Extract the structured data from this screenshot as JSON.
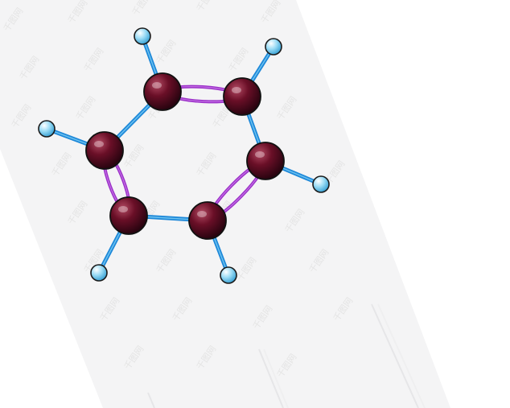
{
  "image": {
    "subject": "benzene-molecule-ball-and-stick-model",
    "background_color": "#ffffff",
    "panel_color": "#f4f4f5",
    "watermark_text": "千图网"
  },
  "molecule": {
    "formula": "C6H6",
    "carbon_color": "#5a0b1f",
    "hydrogen_color": "#8fd3f0",
    "bond_color": "#1e88d8",
    "double_bond_color": "#9b30c8",
    "carbon_count": 6,
    "hydrogen_count": 6,
    "double_bond_count": 3
  }
}
